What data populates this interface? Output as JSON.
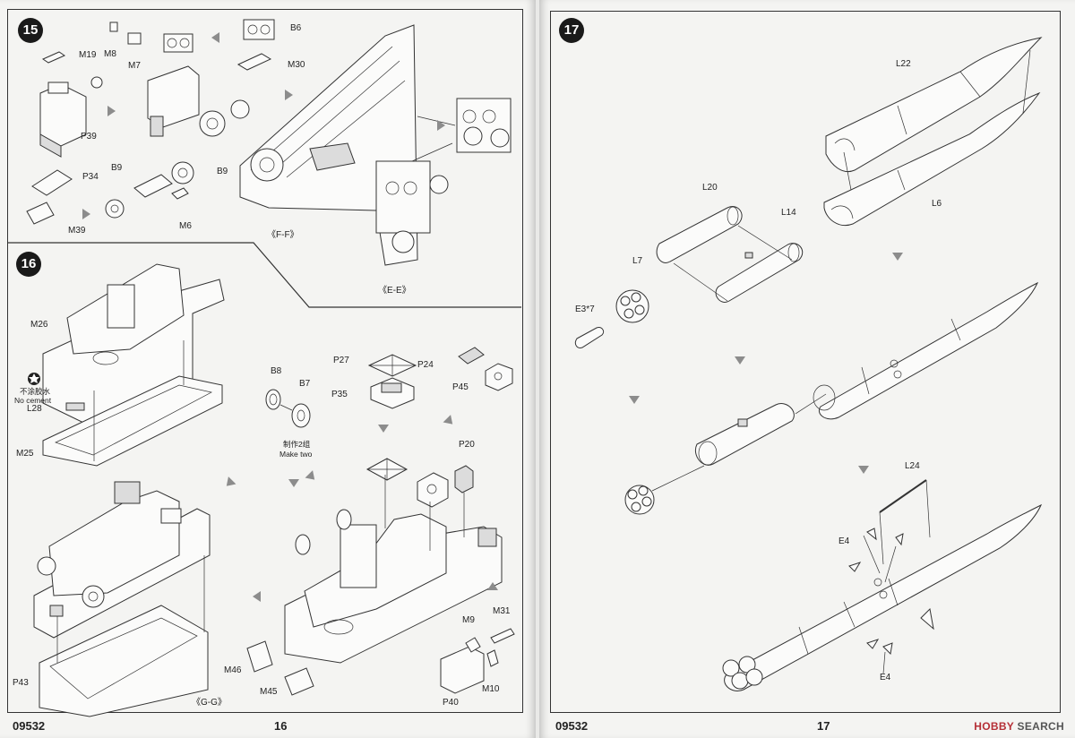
{
  "left_page": {
    "footer_code": "09532",
    "page_number": "16",
    "step15": {
      "number": "15",
      "labels": [
        "M19",
        "M8",
        "M7",
        "B6",
        "M30",
        "P39",
        "P34",
        "B9",
        "B9",
        "M39",
        "M6"
      ],
      "view": "《F-F》",
      "view2": "《E-E》"
    },
    "step16": {
      "number": "16",
      "labels": [
        "M26",
        "L28",
        "M25",
        "P27",
        "P24",
        "P35",
        "P45",
        "B8",
        "B7",
        "P20",
        "M9",
        "M31",
        "P40",
        "M10",
        "M46",
        "M45",
        "P43"
      ],
      "no_cement_cn": "不涂胶水",
      "no_cement_en": "No cement",
      "make_two_cn": "制作2组",
      "make_two_en": "Make two",
      "view": "《G-G》"
    }
  },
  "right_page": {
    "footer_code": "09532",
    "page_number": "17",
    "step17": {
      "number": "17",
      "labels": [
        "L22",
        "L6",
        "L20",
        "L14",
        "L7",
        "E3*7",
        "L24",
        "E4",
        "E4"
      ]
    }
  },
  "watermark": {
    "brand": "HOBBY",
    "brand2": "SEARCH"
  },
  "colors": {
    "paper": "#f4f4f2",
    "ink": "#222222",
    "arrow": "#8c8c8c",
    "watermark": "#b52f36"
  }
}
